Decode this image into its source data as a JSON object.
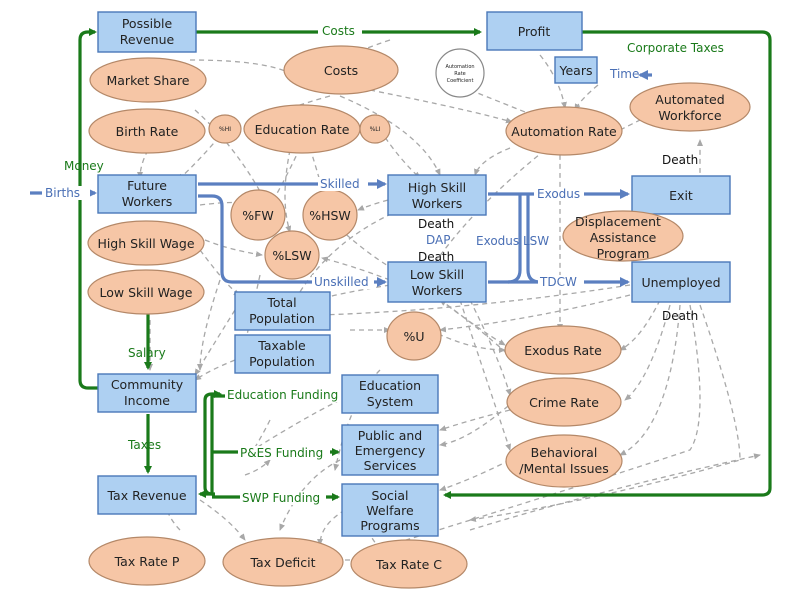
{
  "stocks": {
    "possible_revenue": [
      "Possible",
      "Revenue"
    ],
    "profit": [
      "Profit"
    ],
    "years": [
      "Years"
    ],
    "future_workers": [
      "Future",
      "Workers"
    ],
    "high_skill_workers": [
      "High Skill",
      "Workers"
    ],
    "low_skill_workers": [
      "Low Skill",
      "Workers"
    ],
    "exit": [
      "Exit"
    ],
    "unemployed": [
      "Unemployed"
    ],
    "total_population": [
      "Total",
      "Population"
    ],
    "taxable_population": [
      "Taxable",
      "Population"
    ],
    "community_income": [
      "Community",
      "Income"
    ],
    "education_system": [
      "Education",
      "System"
    ],
    "public_emergency": [
      "Public and",
      "Emergency",
      "Services"
    ],
    "tax_revenue": [
      "Tax Revenue"
    ],
    "social_welfare": [
      "Social",
      "Welfare",
      "Programs"
    ]
  },
  "auxiliaries": {
    "market_share": "Market Share",
    "costs": "Costs",
    "birth_rate": "Birth Rate",
    "hsi": "%HI",
    "education_rate": "Education Rate",
    "lsi": "%LI",
    "automation_rate": "Automation Rate",
    "automated_workforce": [
      "Automated",
      "Workforce"
    ],
    "pct_fw": "%FW",
    "pct_hsw": "%HSW",
    "pct_lsw": "%LSW",
    "high_skill_wage": "High Skill Wage",
    "low_skill_wage": "Low Skill Wage",
    "displacement": [
      "Displacement",
      "Assistance",
      "Program"
    ],
    "pct_u": "%U",
    "exodus_rate": "Exodus Rate",
    "crime_rate": "Crime Rate",
    "behavioral": [
      "Behavioral",
      "/Mental Issues"
    ],
    "tax_rate_p": "Tax Rate P",
    "tax_deficit": "Tax Deficit",
    "tax_rate_c": "Tax Rate C"
  },
  "coefficient": [
    "Automation",
    "Rate",
    "Coefficient"
  ],
  "flows": {
    "costs": "Costs",
    "corporate_taxes": "Corporate Taxes",
    "time": "Time",
    "money": "Money",
    "births": "Births",
    "skilled": "Skilled",
    "unskilled": "Unskilled",
    "exodus": "Exodus",
    "exodus_lsw": "Exodus LSW",
    "dap": "DAP",
    "tdcw": "TDCW",
    "death_hs": "Death",
    "death_ls": "Death",
    "death_exit": "Death",
    "death_unemployed": "Death",
    "salary": "Salary",
    "taxes": "Taxes",
    "education_funding": "Education Funding",
    "pes_funding": "P&ES Funding",
    "swp_funding": "SWP Funding"
  },
  "colors": {
    "stock_fill": "#aed0f2",
    "stock_stroke": "#4a78b8",
    "aux_fill": "#f6c6a6",
    "money_flow": "#1a7a1a",
    "people_flow": "#5b7fc0",
    "link": "#a8a8a8"
  }
}
